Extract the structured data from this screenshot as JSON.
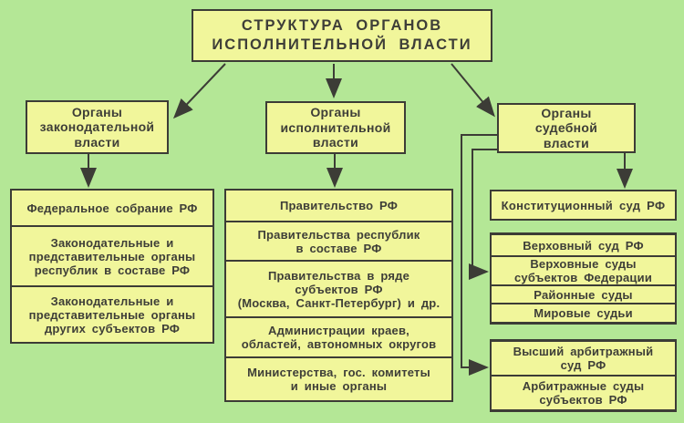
{
  "palette": {
    "background": "#b4e796",
    "box_fill": "#f1f69b",
    "line_and_border": "#3c3c36",
    "text": "#3e3e38"
  },
  "title": "СТРУКТУРА ОРГАНОВ\nИСПОЛНИТЕЛЬНОЙ ВЛАСТИ",
  "branches": {
    "legislative": {
      "header": "Органы\nзаконодательной\nвласти",
      "items": [
        "Федеральное собрание РФ",
        "Законодательные и\nпредставительные органы\nреспублик в составе РФ",
        "Законодательные и\nпредставительные органы\nдругих субъектов РФ"
      ]
    },
    "executive": {
      "header": "Органы\nисполнительной\nвласти",
      "items": [
        "Правительство РФ",
        "Правительства республик\nв составе РФ",
        "Правительства в ряде\nсубъектов РФ\n(Москва, Санкт-Петербург) и др.",
        "Администрации краев,\nобластей, автономных округов",
        "Министерства, гос. комитеты\nи иные органы"
      ]
    },
    "judicial": {
      "header": "Органы\nсудебной\nвласти",
      "constitutional_court": "Конституционный суд РФ",
      "general_courts": [
        "Верховный суд РФ",
        "Верховные суды\nсубъектов Федерации",
        "Районные суды",
        "Мировые судьи"
      ],
      "arbitration_courts": [
        "Высший арбитражный\nсуд РФ",
        "Арбитражные суды\nсубъектов РФ"
      ]
    }
  }
}
